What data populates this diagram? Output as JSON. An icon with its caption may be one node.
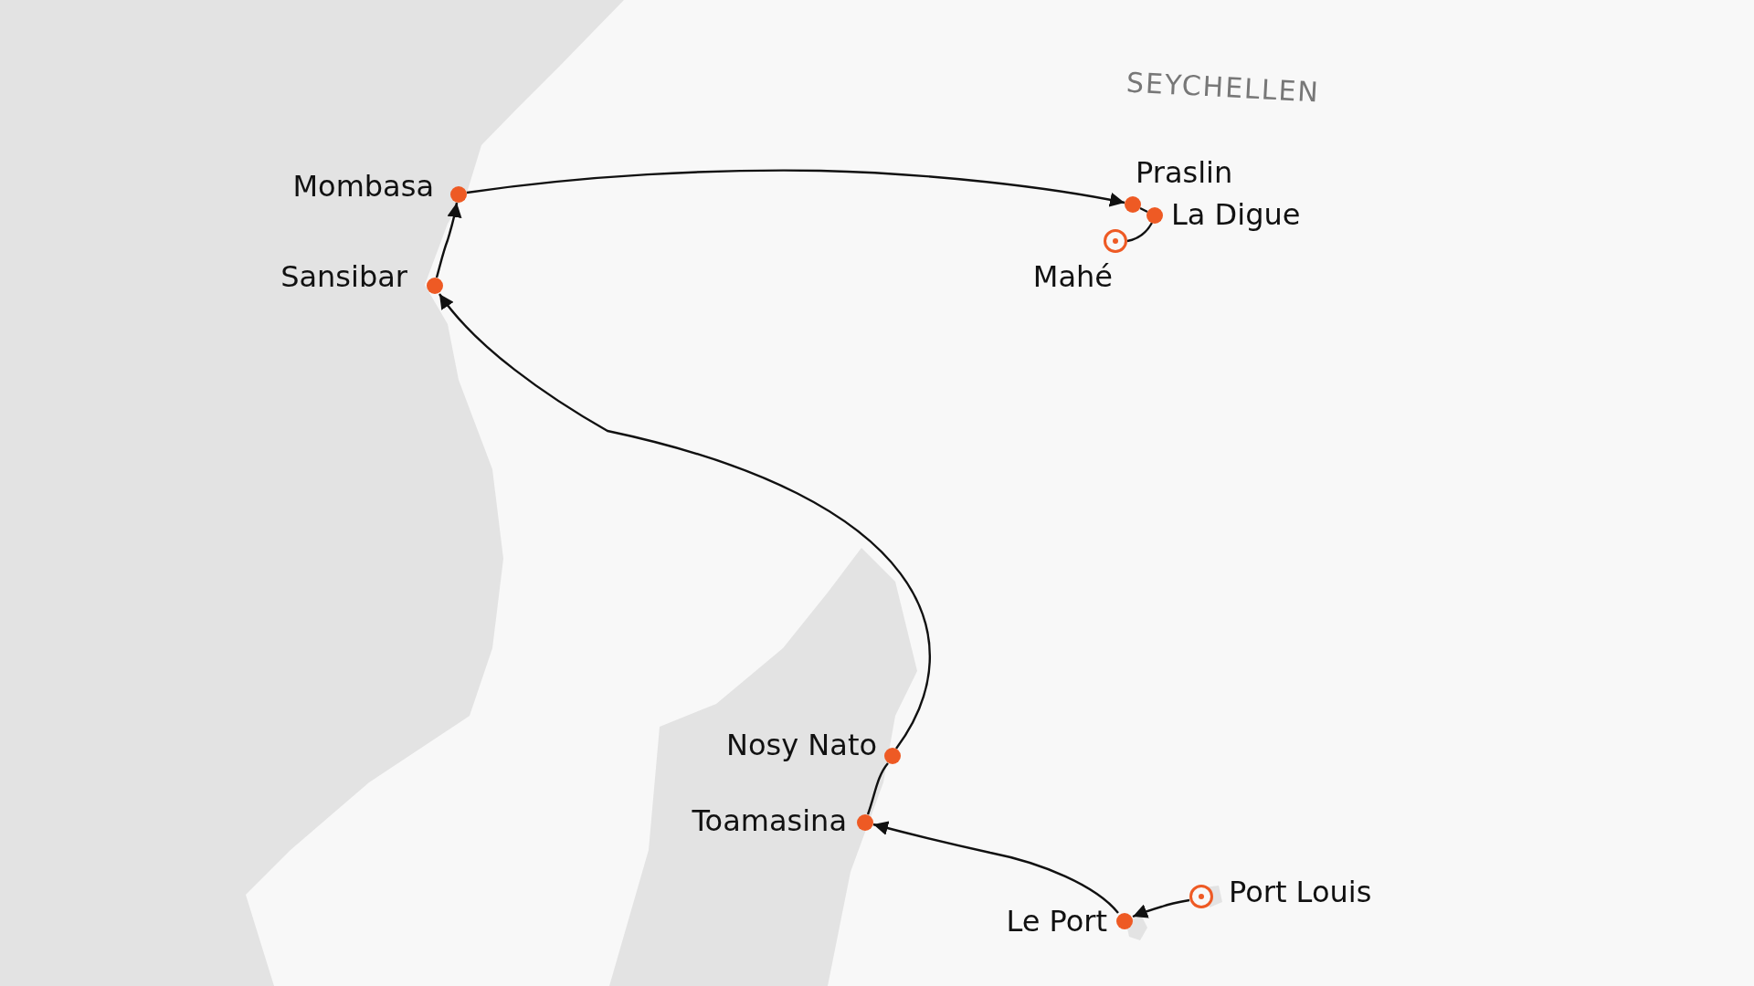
{
  "diagram": {
    "nodes": [
      {
        "text": [
          "Port Louis"
        ]
      },
      {
        "text": [
          "Le Port"
        ]
      },
      {
        "text": [
          "Toamasina"
        ]
      },
      {
        "text": [
          "Nosy Nato"
        ]
      },
      {
        "text": [
          "Sansibar"
        ]
      },
      {
        "text": [
          "Mombasa"
        ]
      },
      {
        "text": [
          "Praslin"
        ]
      },
      {
        "text": [
          "La Digue"
        ]
      },
      {
        "text": [
          "Mahé"
        ]
      }
    ],
    "edges": [
      {
        "from": 0,
        "to": 1,
        "arrow": "to"
      },
      {
        "from": 1,
        "to": 2,
        "arrow": "to"
      },
      {
        "from": 2,
        "to": 3,
        "arrow": "none"
      },
      {
        "from": 3,
        "to": 4,
        "arrow": "to"
      },
      {
        "from": 4,
        "to": 5,
        "arrow": "to"
      },
      {
        "from": 5,
        "to": 6,
        "arrow": "to"
      },
      {
        "from": 6,
        "to": 7,
        "arrow": "none"
      },
      {
        "from": 7,
        "to": 8,
        "arrow": "none"
      }
    ],
    "labels": [
      "SEYCHELLEN"
    ]
  }
}
